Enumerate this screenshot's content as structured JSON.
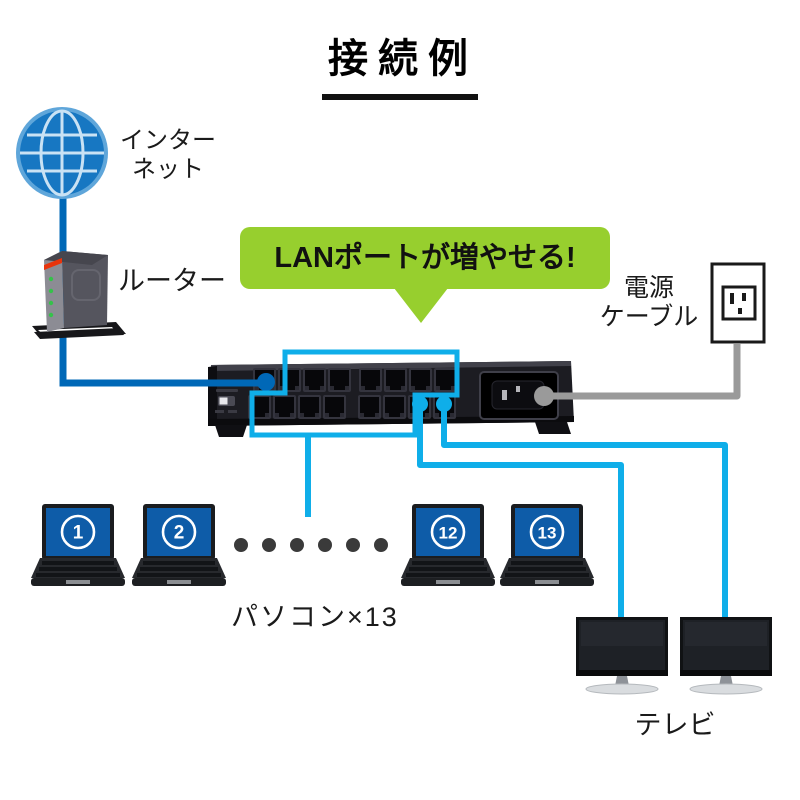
{
  "title": "接続例",
  "callout": {
    "text": "LANポートが増やせる!"
  },
  "nodes": {
    "internet": {
      "label_line1": "インター",
      "label_line2": "ネット"
    },
    "router": {
      "label": "ルーター"
    },
    "switch": {
      "ports_total": 16
    },
    "power": {
      "label_line1": "電源",
      "label_line2": "ケーブル"
    },
    "pcs": {
      "label": "パソコン×13",
      "laptops": [
        {
          "number": "1"
        },
        {
          "number": "2"
        },
        {
          "number": "12"
        },
        {
          "number": "13"
        }
      ]
    },
    "tv": {
      "label": "テレビ",
      "count": 2
    }
  },
  "colors": {
    "line_blue": "#0068B7",
    "line_cyan": "#0FAEE9",
    "callout_green": "#97CF2E",
    "cable_gray": "#9A9A9A",
    "laptop_screen_blue": "#0E5CA8"
  }
}
